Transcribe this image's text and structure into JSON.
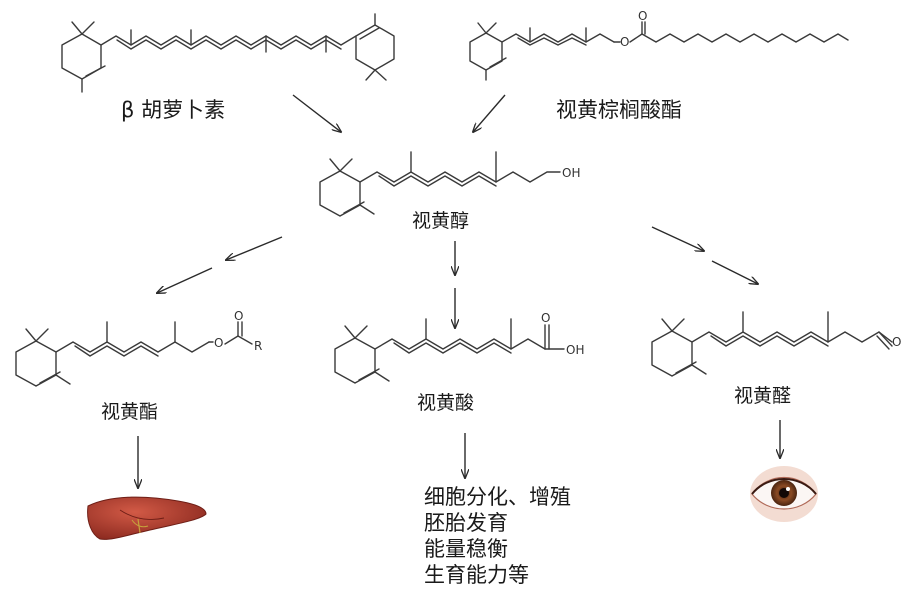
{
  "labels": {
    "beta_carotene": "β 胡萝卜素",
    "retinyl_palmitate": "视黄棕榈酸酯",
    "retinol": "视黄醇",
    "retinyl_ester": "视黄酯",
    "retinoic_acid": "视黄酸",
    "retinal": "视黄醛"
  },
  "atoms": {
    "hydroxyl": "OH",
    "ester_oxygen": "O",
    "carbonyl_oxygen": "O",
    "r_group": "R",
    "acid_hydroxyl": "OH"
  },
  "functions": [
    "细胞分化、增殖",
    "胚胎发育",
    "能量稳衡",
    "生育能力等"
  ],
  "icons": {
    "liver": "liver-icon",
    "eye": "eye-icon"
  },
  "colors": {
    "liver": "#a8342a",
    "iris": "#8a4a24",
    "lines": "#3a3a3a"
  }
}
